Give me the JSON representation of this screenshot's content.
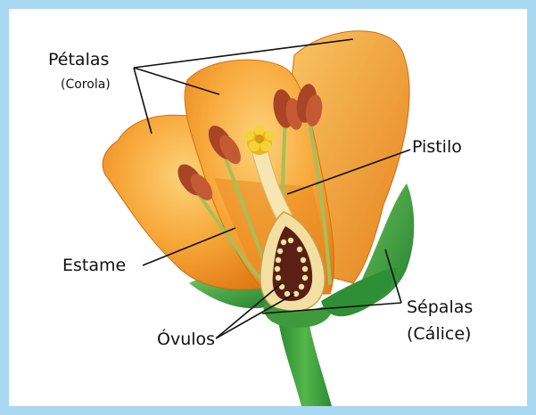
{
  "labels": {
    "petalas": "Pétalas",
    "corola": "(Corola)",
    "pistilo": "Pistilo",
    "estame": "Estame",
    "sepalas": "Sépalas",
    "calice": "(Cálice)",
    "ovulos": "Óvulos"
  },
  "colors": {
    "frame": "#a9d9f2",
    "petal_light": "#f9b045",
    "petal_dark": "#e8801a",
    "petal_edge": "#c9620f",
    "anther": "#a64425",
    "anther_light": "#c95a34",
    "pollen": "#f2c21d",
    "filament": "#9bb64e",
    "style": "#f6e7b4",
    "ovary_outer": "#f4e1a6",
    "ovary_cavity": "#5a1f14",
    "ovule": "#f3e3a3",
    "sepal": "#2f9a3c",
    "sepal_light": "#5cbf54",
    "stem": "#3e9e3a",
    "leader_line": "#111111"
  }
}
